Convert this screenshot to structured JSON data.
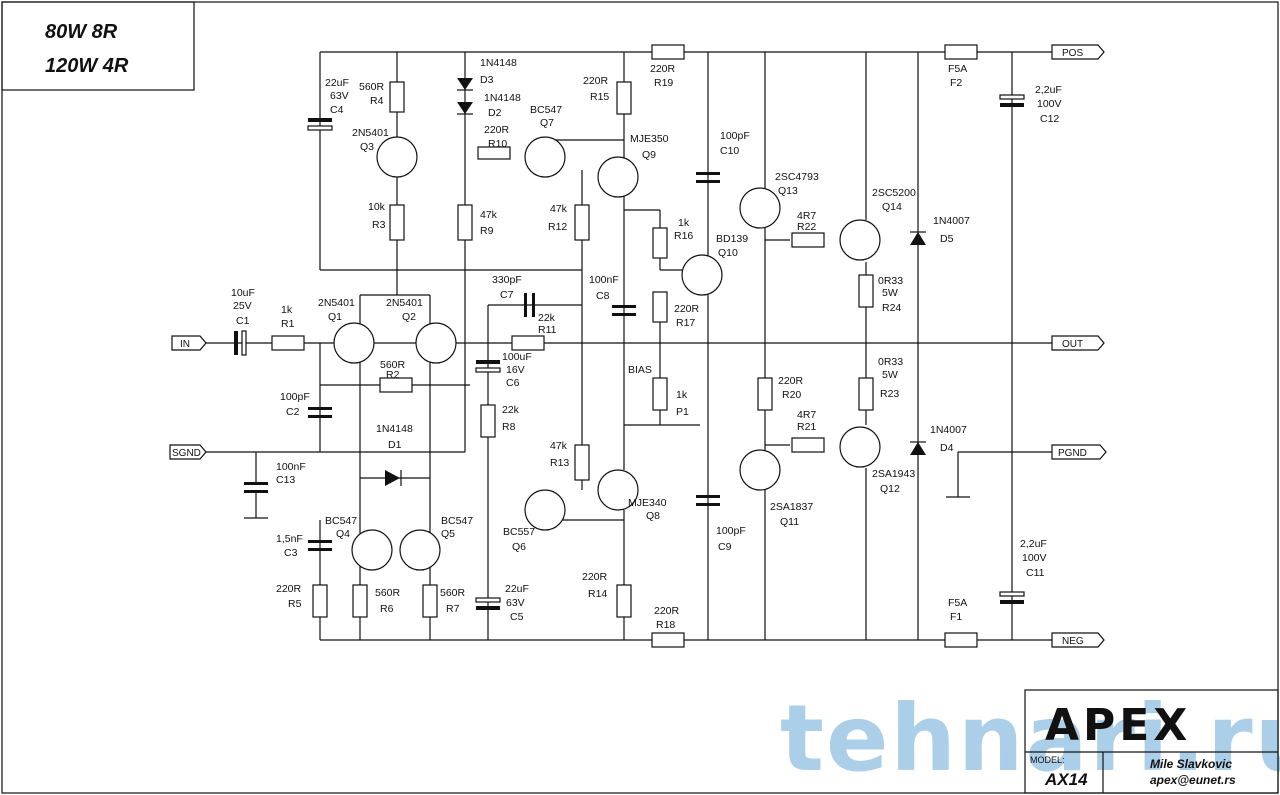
{
  "title": {
    "line1": "80W 8R",
    "line2": "120W 4R"
  },
  "ports": {
    "pos": "POS",
    "neg": "NEG",
    "in": "IN",
    "out": "OUT",
    "sgnd": "SGND",
    "pgnd": "PGND"
  },
  "components": {
    "R1": {
      "ref": "R1",
      "value": "1k"
    },
    "R2": {
      "ref": "R2",
      "value": "560R"
    },
    "R3": {
      "ref": "R3",
      "value": "10k"
    },
    "R4": {
      "ref": "R4",
      "value": "560R"
    },
    "R5": {
      "ref": "R5",
      "value": "220R"
    },
    "R6": {
      "ref": "R6",
      "value": "560R"
    },
    "R7": {
      "ref": "R7",
      "value": "560R"
    },
    "R8": {
      "ref": "R8",
      "value": "22k"
    },
    "R9": {
      "ref": "R9",
      "value": "47k"
    },
    "R10": {
      "ref": "R10",
      "value": "220R"
    },
    "R11": {
      "ref": "R11",
      "value": "22k"
    },
    "R12": {
      "ref": "R12",
      "value": "47k"
    },
    "R13": {
      "ref": "R13",
      "value": "47k"
    },
    "R14": {
      "ref": "R14",
      "value": "220R"
    },
    "R15": {
      "ref": "R15",
      "value": "220R"
    },
    "R16": {
      "ref": "R16",
      "value": "1k"
    },
    "R17": {
      "ref": "R17",
      "value": "220R"
    },
    "R18": {
      "ref": "R18",
      "value": "220R"
    },
    "R19": {
      "ref": "R19",
      "value": "220R"
    },
    "R20": {
      "ref": "R20",
      "value": "220R"
    },
    "R21": {
      "ref": "R21",
      "value": "4R7"
    },
    "R22": {
      "ref": "R22",
      "value": "4R7"
    },
    "R23": {
      "ref": "R23",
      "value": "0R33",
      "rating": "5W"
    },
    "R24": {
      "ref": "R24",
      "value": "0R33",
      "rating": "5W"
    },
    "P1": {
      "ref": "P1",
      "value": "1k",
      "label": "BIAS"
    },
    "C1": {
      "ref": "C1",
      "value": "10uF",
      "rating": "25V"
    },
    "C2": {
      "ref": "C2",
      "value": "100pF"
    },
    "C3": {
      "ref": "C3",
      "value": "1,5nF"
    },
    "C4": {
      "ref": "C4",
      "value": "22uF",
      "rating": "63V"
    },
    "C5": {
      "ref": "C5",
      "value": "22uF",
      "rating": "63V"
    },
    "C6": {
      "ref": "C6",
      "value": "100uF",
      "rating": "16V"
    },
    "C7": {
      "ref": "C7",
      "value": "330pF"
    },
    "C8": {
      "ref": "C8",
      "value": "100nF"
    },
    "C9": {
      "ref": "C9",
      "value": "100pF"
    },
    "C10": {
      "ref": "C10",
      "value": "100pF"
    },
    "C11": {
      "ref": "C11",
      "value": "2,2uF",
      "rating": "100V"
    },
    "C12": {
      "ref": "C12",
      "value": "2,2uF",
      "rating": "100V"
    },
    "C13": {
      "ref": "C13",
      "value": "100nF"
    },
    "D1": {
      "ref": "D1",
      "value": "1N4148"
    },
    "D2": {
      "ref": "D2",
      "value": "1N4148"
    },
    "D3": {
      "ref": "D3",
      "value": "1N4148"
    },
    "D4": {
      "ref": "D4",
      "value": "1N4007"
    },
    "D5": {
      "ref": "D5",
      "value": "1N4007"
    },
    "F1": {
      "ref": "F1",
      "value": "F5A"
    },
    "F2": {
      "ref": "F2",
      "value": "F5A"
    },
    "Q1": {
      "ref": "Q1",
      "value": "2N5401"
    },
    "Q2": {
      "ref": "Q2",
      "value": "2N5401"
    },
    "Q3": {
      "ref": "Q3",
      "value": "2N5401"
    },
    "Q4": {
      "ref": "Q4",
      "value": "BC547"
    },
    "Q5": {
      "ref": "Q5",
      "value": "BC547"
    },
    "Q6": {
      "ref": "Q6",
      "value": "BC557"
    },
    "Q7": {
      "ref": "Q7",
      "value": "BC547"
    },
    "Q8": {
      "ref": "Q8",
      "value": "MJE340"
    },
    "Q9": {
      "ref": "Q9",
      "value": "MJE350"
    },
    "Q10": {
      "ref": "Q10",
      "value": "BD139"
    },
    "Q11": {
      "ref": "Q11",
      "value": "2SA1837"
    },
    "Q12": {
      "ref": "Q12",
      "value": "2SA1943"
    },
    "Q13": {
      "ref": "Q13",
      "value": "2SC4793"
    },
    "Q14": {
      "ref": "Q14",
      "value": "2SC5200"
    }
  },
  "title_block": {
    "brand": "APEX",
    "model_label": "MODEL:",
    "model": "AX14",
    "author": "Mile Slavkovic",
    "email": "apex@eunet.rs"
  },
  "watermark": "tehnari.ru"
}
